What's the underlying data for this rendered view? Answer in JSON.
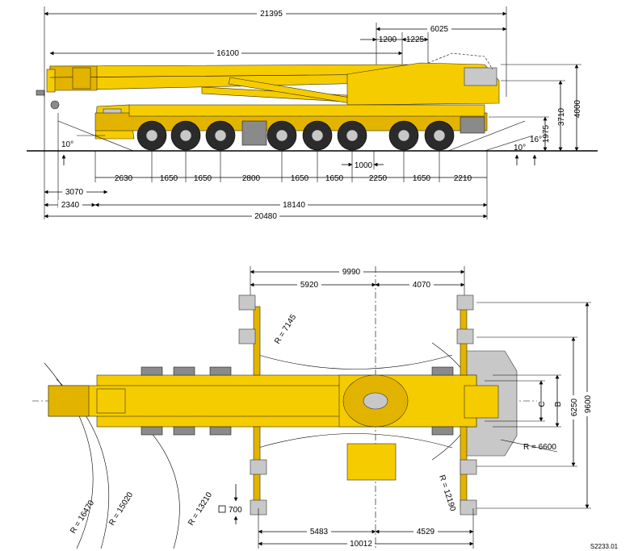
{
  "side_view": {
    "dims_top": {
      "overall_length": "21395",
      "rear_to_mast": "6025",
      "boom_length": "16100",
      "mast_offset_a": "1200",
      "mast_offset_b": "1225"
    },
    "dims_vertical": {
      "total_height": "4000",
      "cab_height": "3710",
      "rear_overhang_height": "1975"
    },
    "angles": {
      "front_approach": "10°",
      "rear_departure": "10°",
      "rear_ramp": "16°"
    },
    "axle_spacings": [
      "2630",
      "1650",
      "1650",
      "2800",
      "1650",
      "1650",
      "2250",
      "1650",
      "2210"
    ],
    "axle_offset": "1000",
    "front_overhang_a": "3070",
    "front_overhang_b": "2340",
    "wheelbase_total": "18140",
    "vehicle_length": "20480"
  },
  "top_view": {
    "outrigger_span": "9990",
    "outrigger_front": "5920",
    "outrigger_rear": "4070",
    "bottom_span": "10012",
    "bottom_front": "5483",
    "bottom_rear": "4529",
    "support_width_a": "6250",
    "support_width_b": "9600",
    "label_b": "B",
    "label_c": "C",
    "radius_1": "R = 7145",
    "radius_2": "R = 16470",
    "radius_3": "R = 15020",
    "radius_4": "R = 13210",
    "radius_5": "R = 12190",
    "radius_6": "R = 6600",
    "pad_size": "700"
  },
  "drawing_code": "S2233.01"
}
